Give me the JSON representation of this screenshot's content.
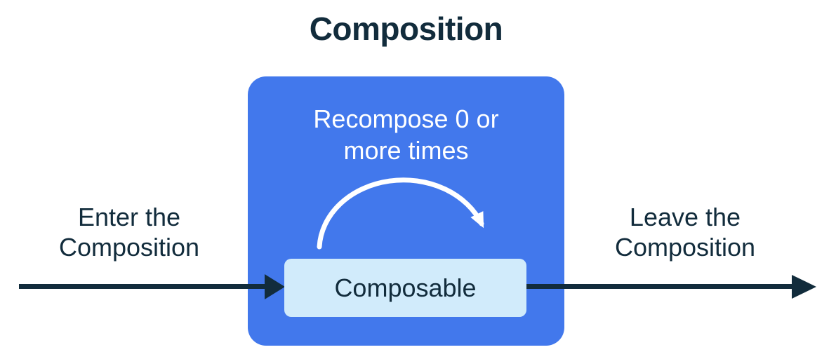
{
  "title": "Composition",
  "colors": {
    "accent_blue": "#4278EC",
    "light_blue": "#D1EBFB",
    "ink": "#122C3C",
    "white": "#FFFFFF"
  },
  "diagram": {
    "recompose_label": "Recompose 0 or\nmore times",
    "composable_label": "Composable",
    "enter_label": "Enter the\nComposition",
    "leave_label": "Leave the\nComposition",
    "icons": {
      "loop_arrow": "curved-arc-arrow",
      "enter_arrow": "right-arrow",
      "leave_arrow": "right-arrow"
    }
  }
}
